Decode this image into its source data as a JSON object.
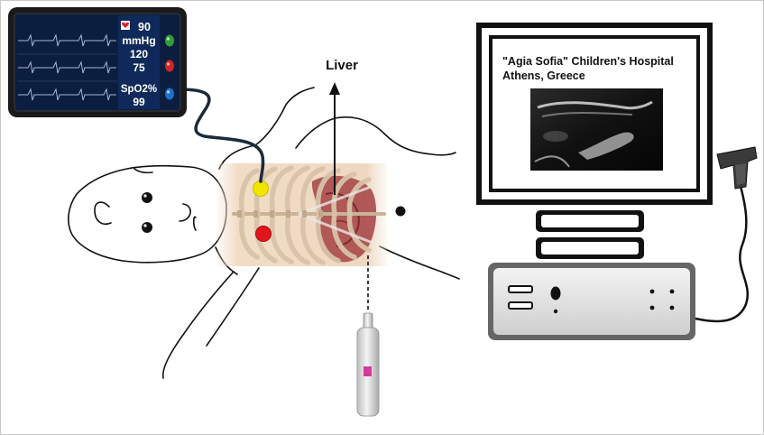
{
  "monitor": {
    "heart_rate": "90",
    "bp_unit": "mmHg",
    "bp_systolic": "120",
    "bp_diastolic": "75",
    "spo2_label": "SpO2%",
    "spo2_value": "99",
    "indicator_colors": [
      "#2e9d3a",
      "#d42424",
      "#1f6fd0"
    ],
    "heart_color": "#e0192b",
    "screen_color": "#0c1e3f",
    "trace_color": "#9fb9d6"
  },
  "annotation": {
    "label": "Liver"
  },
  "electrodes": {
    "colors": [
      "#f2e600",
      "#e0161a"
    ]
  },
  "computer": {
    "line1": "\"Agia Sofia\" Children's Hospital",
    "line2": "Athens, Greece"
  },
  "icons": [
    "heart-icon",
    "barcode-scanner-icon",
    "ultrasound-probe-icon"
  ]
}
